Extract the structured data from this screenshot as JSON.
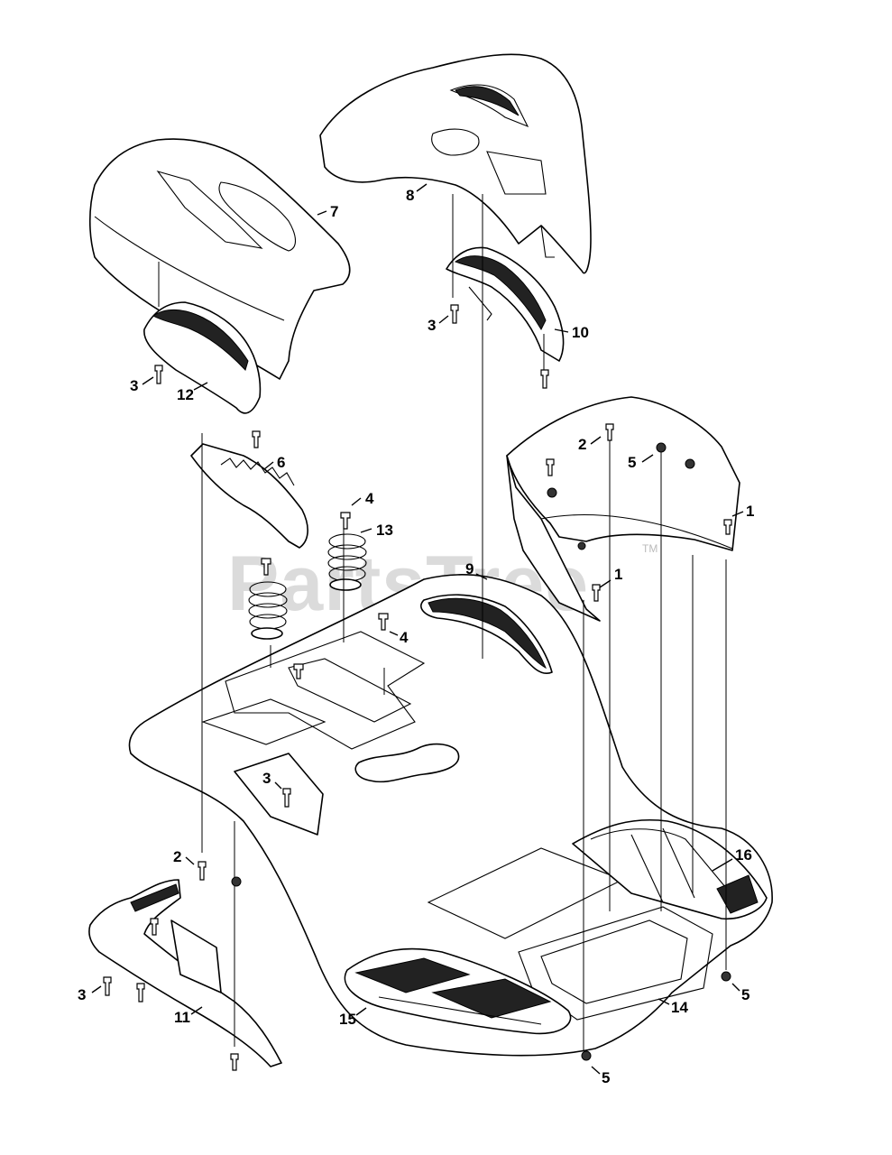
{
  "watermark": {
    "text": "PartsTree",
    "mark": "TM"
  },
  "callouts": {
    "c1a": "1",
    "c1b": "1",
    "c2a": "2",
    "c2b": "2",
    "c3a": "3",
    "c3b": "3",
    "c3c": "3",
    "c3d": "3",
    "c4a": "4",
    "c4b": "4",
    "c5a": "5",
    "c5b": "5",
    "c5c": "5",
    "c6": "6",
    "c7": "7",
    "c8": "8",
    "c9": "9",
    "c10": "10",
    "c11": "11",
    "c12": "12",
    "c13": "13",
    "c14": "14",
    "c15": "15",
    "c16": "16"
  }
}
